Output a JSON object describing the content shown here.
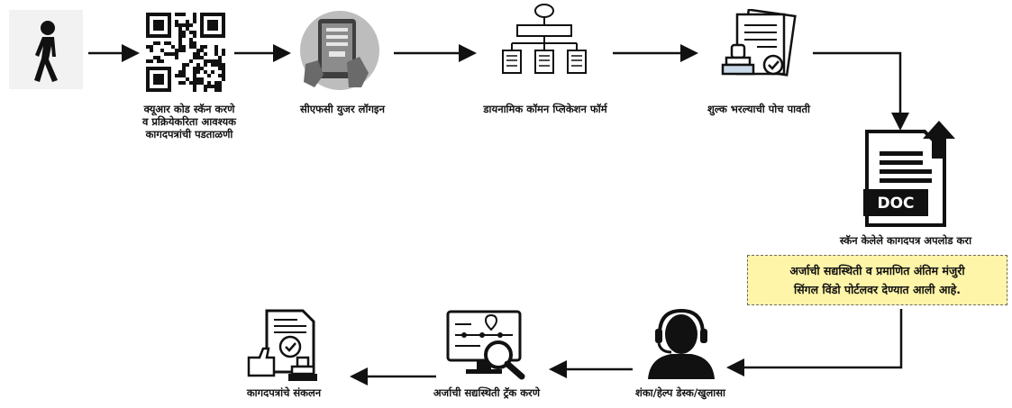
{
  "steps": {
    "walk": {
      "icon": "walking-person-icon"
    },
    "qr": {
      "icon": "qr-code-icon",
      "label_lines": [
        "क्यूआर कोड स्कॅन करणे",
        "व प्रक्रियेकरिता आवश्यक",
        "कागदपत्रांची पडताळणी"
      ]
    },
    "login": {
      "icon": "tablet-login-icon",
      "label": "सीएफसी युजर लॉगइन"
    },
    "form": {
      "icon": "org-chart-form-icon",
      "label": "डायनामिक कॉमन प्लिकेशन फॉर्म"
    },
    "receipt": {
      "icon": "stamped-document-icon",
      "label": "शुल्क भरल्याची पोच पावती"
    },
    "upload": {
      "icon": "doc-upload-icon",
      "doc_text": "DOC",
      "label": "स्कॅन केलेले कागदपत्र अपलोड करा"
    },
    "helpdesk": {
      "icon": "headset-support-icon",
      "label": "शंका/हेल्प डेस्क/खुलासा"
    },
    "track": {
      "icon": "monitor-search-icon",
      "label": "अर्जाची सद्यस्थिती ट्रॅक करणे"
    },
    "compile": {
      "icon": "approved-document-icon",
      "label": "कागदपत्रांचे संकलन"
    }
  },
  "note": {
    "line1": "अर्जाची सद्यस्थिती व प्रमाणित अंतिम मंजुरी",
    "line2": "सिंगल विंडो पोर्टलवर देण्यात आली आहे."
  },
  "colors": {
    "note_bg": "#fff5a8",
    "arrow": "#111111"
  }
}
